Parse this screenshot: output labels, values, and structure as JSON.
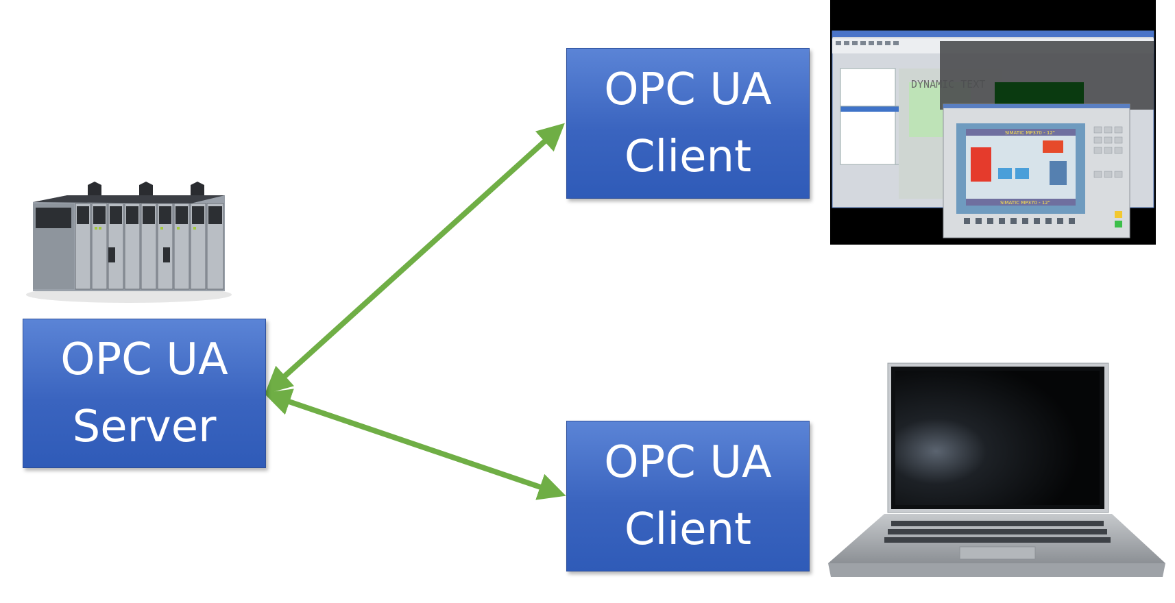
{
  "server": {
    "line1": "OPC UA",
    "line2": "Server"
  },
  "client_top": {
    "line1": "OPC UA",
    "line2": "Client"
  },
  "client_bottom": {
    "line1": "OPC UA",
    "line2": "Client"
  },
  "screenshot_labels": {
    "dynamic_text": "DYNAMIC TEXT",
    "hmi_title_top": "SIMATIC MP370 - 12\"",
    "hmi_title_bottom": "SIMATIC MP370 - 12\""
  },
  "colors": {
    "box_fill": "#3f6bc4",
    "arrow": "#6fae45"
  },
  "icons": [
    "plc-rack-icon",
    "hmi-software-screenshot",
    "laptop-icon"
  ]
}
